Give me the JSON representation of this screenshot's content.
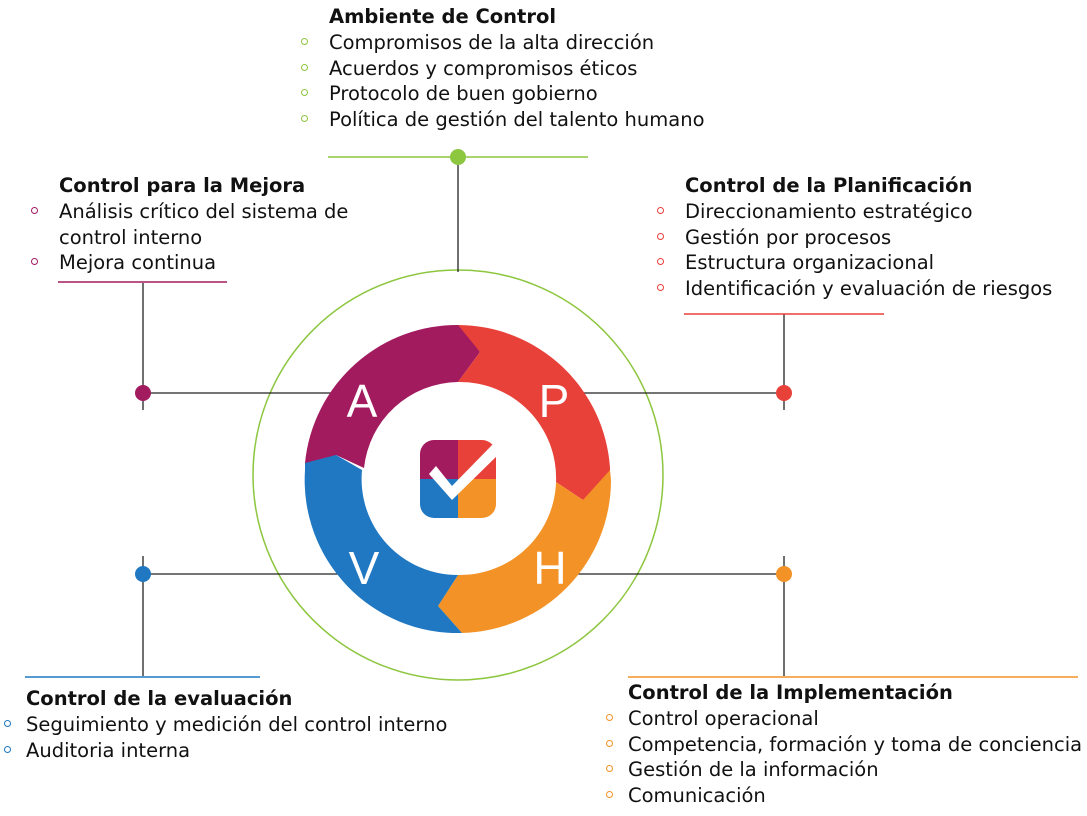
{
  "center_letters": [
    "A",
    "P",
    "H",
    "V"
  ],
  "colors": {
    "ambiente": "#8dc63f",
    "mejora": "#a21b5f",
    "planificacion": "#e8413a",
    "implementacion": "#f39226",
    "evaluacion": "#1f78c1",
    "icon": "check-square-icon"
  },
  "ambiente": {
    "title": "Ambiente de Control",
    "items": [
      "Compromisos de la alta dirección",
      "Acuerdos y compromisos éticos",
      "Protocolo de buen gobierno",
      "Política de gestión del talento humano"
    ]
  },
  "mejora": {
    "title": "Control para la Mejora",
    "items": [
      "Análisis crítico del sistema de control interno",
      "Mejora continua"
    ]
  },
  "planificacion": {
    "title": "Control de la Planificación",
    "items": [
      "Direccionamiento estratégico",
      "Gestión por procesos",
      "Estructura organizacional",
      "Identificación y evaluación de riesgos"
    ]
  },
  "evaluacion": {
    "title": "Control de la evaluación",
    "items": [
      "Seguimiento y medición del control interno",
      "Auditoria interna"
    ]
  },
  "implementacion": {
    "title": "Control de la Implementación",
    "items": [
      "Control operacional",
      "Competencia, formación y toma de conciencia",
      "Gestión de la información",
      "Comunicación"
    ]
  }
}
